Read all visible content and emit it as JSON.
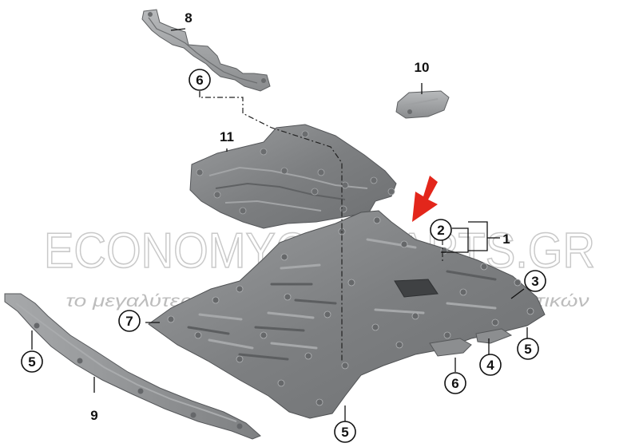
{
  "watermark": {
    "brand": "ECONOMYCARPARTS.GR",
    "tagline": "το μεγαλύτερο ηλεκτρονικό κατάστημα ανταλλακτικών"
  },
  "callouts": {
    "c1": "1",
    "c2": "2",
    "c3": "3",
    "c4": "4",
    "c5a": "5",
    "c5b": "5",
    "c5c": "5",
    "c6a": "6",
    "c6b": "6",
    "c7": "7",
    "c8": "8",
    "c9": "9",
    "c10": "10",
    "c11": "11"
  },
  "colors": {
    "arrow": "#e3261b",
    "part_fill": "#8d8f91",
    "part_dark": "#5c5e60"
  }
}
